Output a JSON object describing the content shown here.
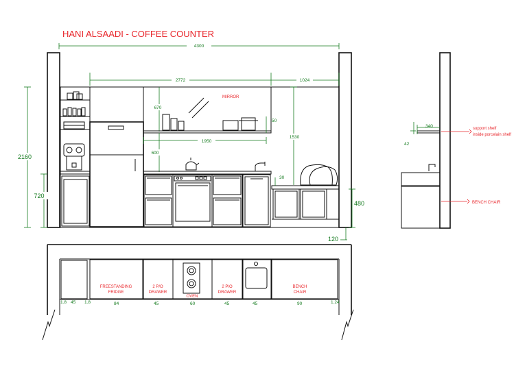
{
  "drawing": {
    "title": "HANI ALSAADI - COFFEE COUNTER",
    "dimensions": {
      "total_width": "4300",
      "upper_span": "2772",
      "upper_span_right": "1024",
      "mirror_height": "670",
      "shelf_height": "50",
      "shelf_length": "1950",
      "backsplash_height": "600",
      "tall_height": "1530",
      "overall_height": "2160",
      "counter_height": "720",
      "bench_step": "30",
      "bench_height": "480",
      "bench_base": "120",
      "side_shelf_depth": "340",
      "side_shelf_thickness": "42"
    },
    "labels": {
      "mirror": "MIRROR",
      "support_shelf_1": "support shelf",
      "support_shelf_2": "inside porcelain shelf",
      "bench_chair_side": "BENCH CHAIR"
    },
    "plan": {
      "fridge_1": "FREESTANDING",
      "fridge_2": "FRIDGE",
      "drawer_a_1": "2 P/O",
      "drawer_a_2": "DRAWER",
      "oven": "OVEN",
      "drawer_b_1": "2 P/O",
      "drawer_b_2": "DRAWER",
      "bench_1": "BENCH",
      "bench_2": "CHAIR",
      "widths": [
        "1.8",
        "45",
        "1.8",
        "84",
        "45",
        "60",
        "45",
        "45",
        "90",
        "1.24"
      ]
    }
  }
}
